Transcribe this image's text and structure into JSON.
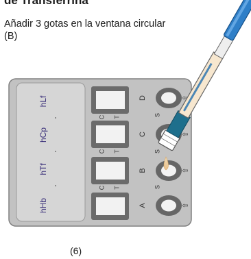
{
  "header": {
    "title": "de Transferrina",
    "instruction": "Añadir 3 gotas en la ventana circular (B)"
  },
  "cassette": {
    "markers": [
      "hLf",
      "hCp",
      "hTf",
      "hHb"
    ],
    "line_labels": {
      "c": "C",
      "t": "T"
    },
    "sample_label": "S",
    "row_letters": [
      "D",
      "C",
      "B",
      "A"
    ],
    "arrow_glyph": "⇧"
  },
  "figure": {
    "caption": "(6)"
  }
}
